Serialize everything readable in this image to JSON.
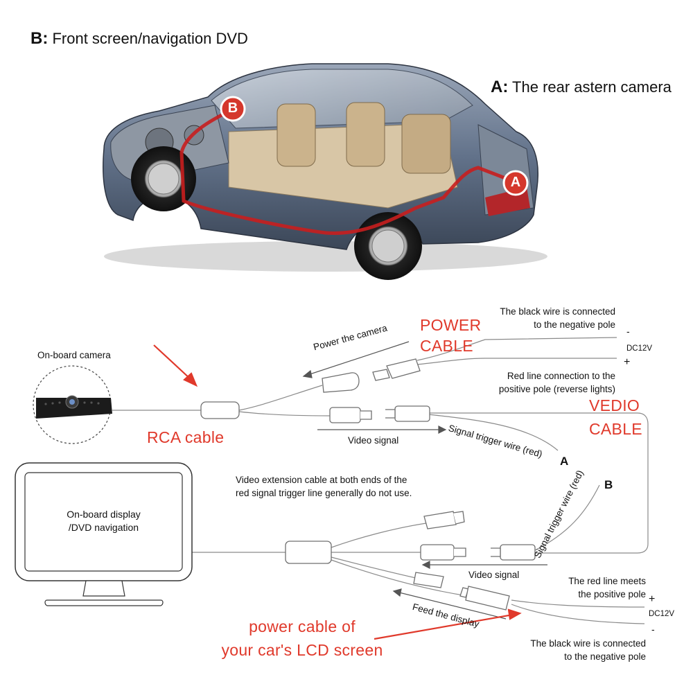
{
  "header": {
    "b_letter": "B:",
    "b_text": "Front screen/navigation DVD",
    "a_letter": "A:",
    "a_text": "The rear astern camera"
  },
  "car": {
    "marker_b": "B",
    "marker_a": "A",
    "body_color": "#5f6f86",
    "cable_color": "#c81e1e"
  },
  "wiring": {
    "power_cable_line1": "POWER",
    "power_cable_line2": "CABLE",
    "black_wire_top_line1": "The black wire is connected",
    "black_wire_top_line2": "to the negative pole",
    "minus_top": "-",
    "dc12v_top": "DC12V",
    "plus_top": "+",
    "power_the_camera": "Power the camera",
    "red_line_top_line1": "Red line connection to the",
    "red_line_top_line2": "positive pole (reverse lights)",
    "onboard_camera": "On-board camera",
    "vedio_cable_line1": "VEDIO",
    "vedio_cable_line2": "CABLE",
    "rca_cable": "RCA cable",
    "video_signal_top": "Video signal",
    "signal_trigger_a": "Signal trigger wire (red)",
    "trigger_a_letter": "A",
    "signal_trigger_b": "Signal trigger wire (red)",
    "trigger_b_letter": "B",
    "extension_note_line1": "Video extension cable at both ends of the",
    "extension_note_line2": "red signal trigger line generally do not use.",
    "display_label_line1": "On-board display",
    "display_label_line2": "/DVD navigation",
    "video_signal_bottom": "Video signal",
    "red_line_bottom_line1": "The red line meets",
    "red_line_bottom_line2": "the positive pole",
    "plus_bottom": "+",
    "dc12v_bottom": "DC12V",
    "minus_bottom": "-",
    "feed_the_display": "Feed the display",
    "lcd_power_line1": "power cable of",
    "lcd_power_line2": "your car's LCD screen",
    "black_wire_bottom_line1": "The black wire is connected",
    "black_wire_bottom_line2": "to the negative pole",
    "accent_red": "#e0392b"
  }
}
